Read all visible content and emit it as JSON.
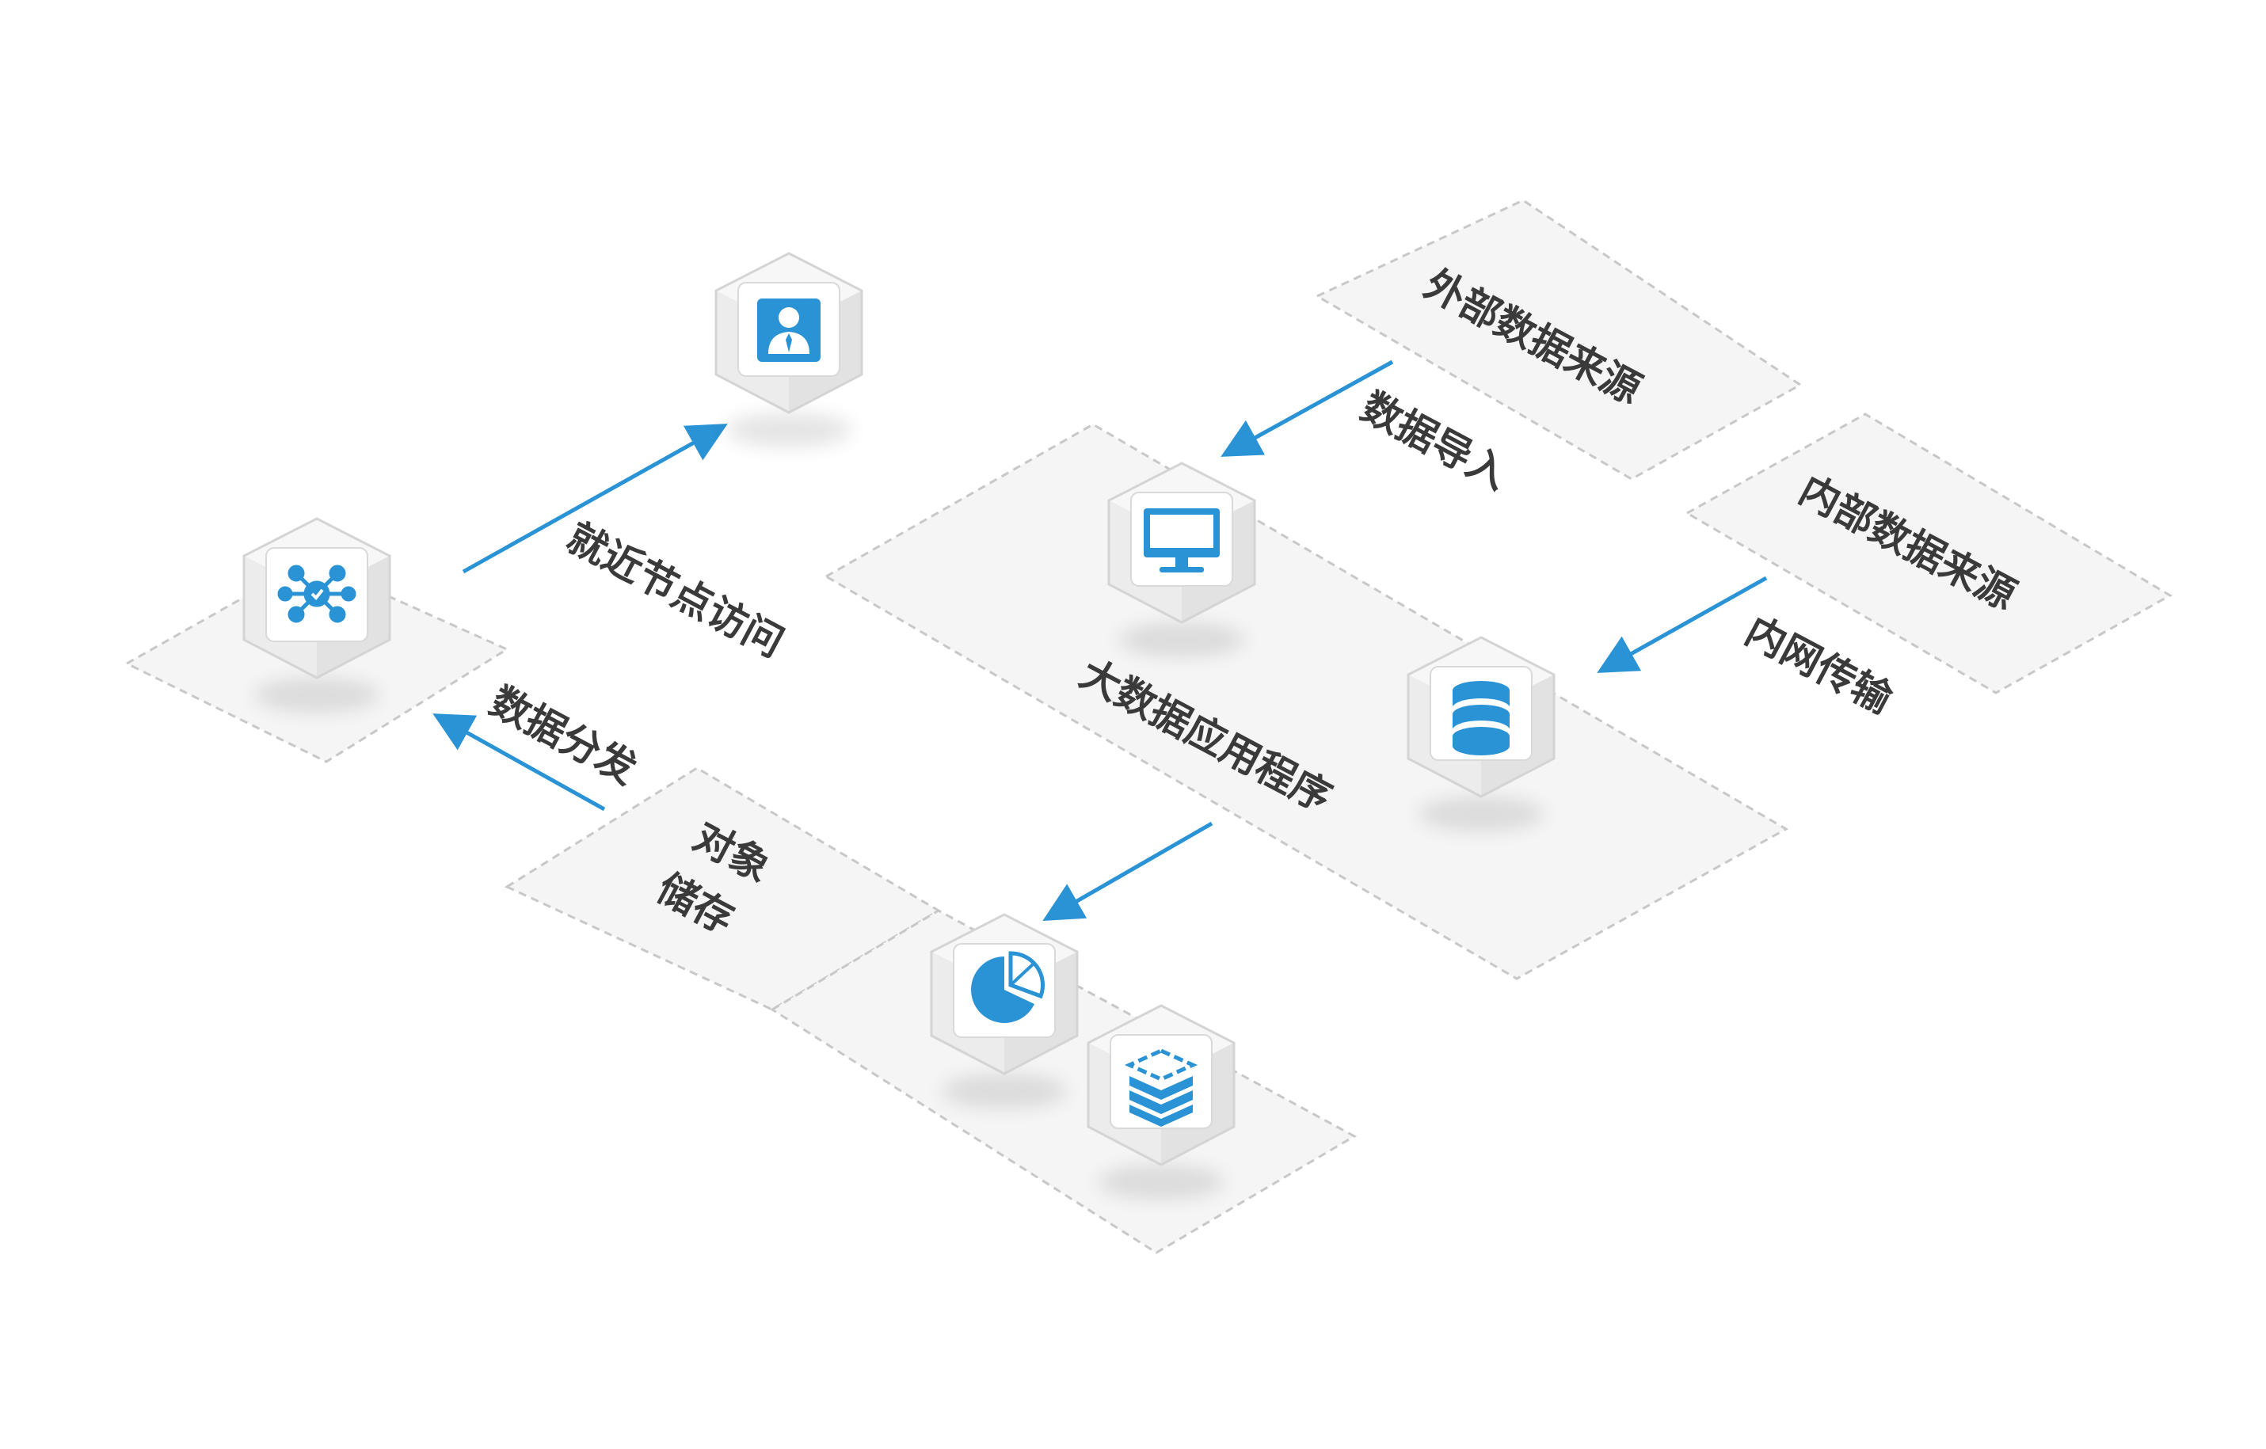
{
  "colors": {
    "accent": "#2a93d5",
    "platform_fill": "#f5f5f5",
    "platform_border": "#c8c8c8",
    "cube_light": "#f4f4f4",
    "cube_mid": "#e8e8e8",
    "cube_dark": "#dcdcdc",
    "text": "#3a3a3a"
  },
  "regions": {
    "external_source": "外部数据来源",
    "internal_source": "内部数据来源",
    "big_data_app": "大数据应用程序",
    "object_storage_line1": "对象",
    "object_storage_line2": "储存"
  },
  "flows": {
    "data_import": "数据导入",
    "intranet_transfer": "内网传输",
    "data_distribution": "数据分发",
    "nearest_node_access": "就近节点访问"
  },
  "nodes": [
    {
      "id": "user",
      "icon": "user-icon"
    },
    {
      "id": "cdn",
      "icon": "network-node-icon"
    },
    {
      "id": "monitor",
      "icon": "monitor-icon"
    },
    {
      "id": "database",
      "icon": "database-icon"
    },
    {
      "id": "analytics",
      "icon": "pie-chart-icon"
    },
    {
      "id": "storage",
      "icon": "storage-stack-icon"
    }
  ]
}
